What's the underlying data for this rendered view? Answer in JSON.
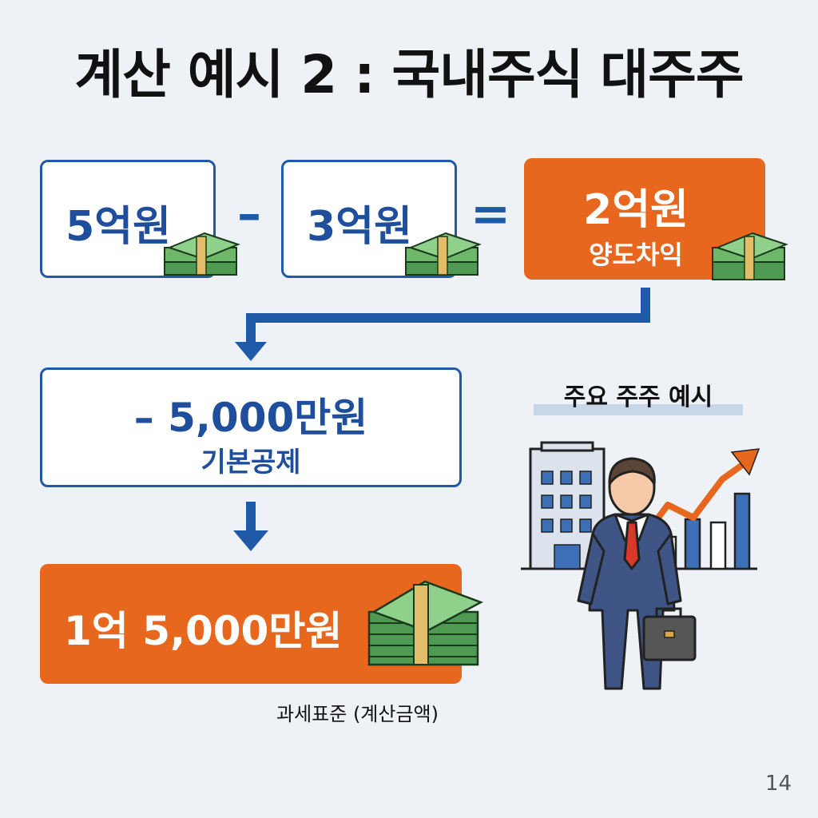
{
  "title": "계산 예시 2 : 국내주식 대주주",
  "step1": {
    "box1_value": "5억원",
    "minus_sign": "–",
    "box2_value": "3억원",
    "equals_sign": "=",
    "result_value": "2억원",
    "result_label": "양도차익"
  },
  "step2": {
    "deduction_value": "– 5,000만원",
    "deduction_label": "기본공제"
  },
  "step3": {
    "final_value": "1억 5,000만원",
    "final_caption": "과세표준 (계산금액)"
  },
  "illustration": {
    "label": "주요 주주 예시"
  },
  "page_number": "14",
  "colors": {
    "blue": "#1f5aa8",
    "orange": "#e8671e",
    "money_green": "#6fb86a",
    "background": "#eef1f5"
  }
}
